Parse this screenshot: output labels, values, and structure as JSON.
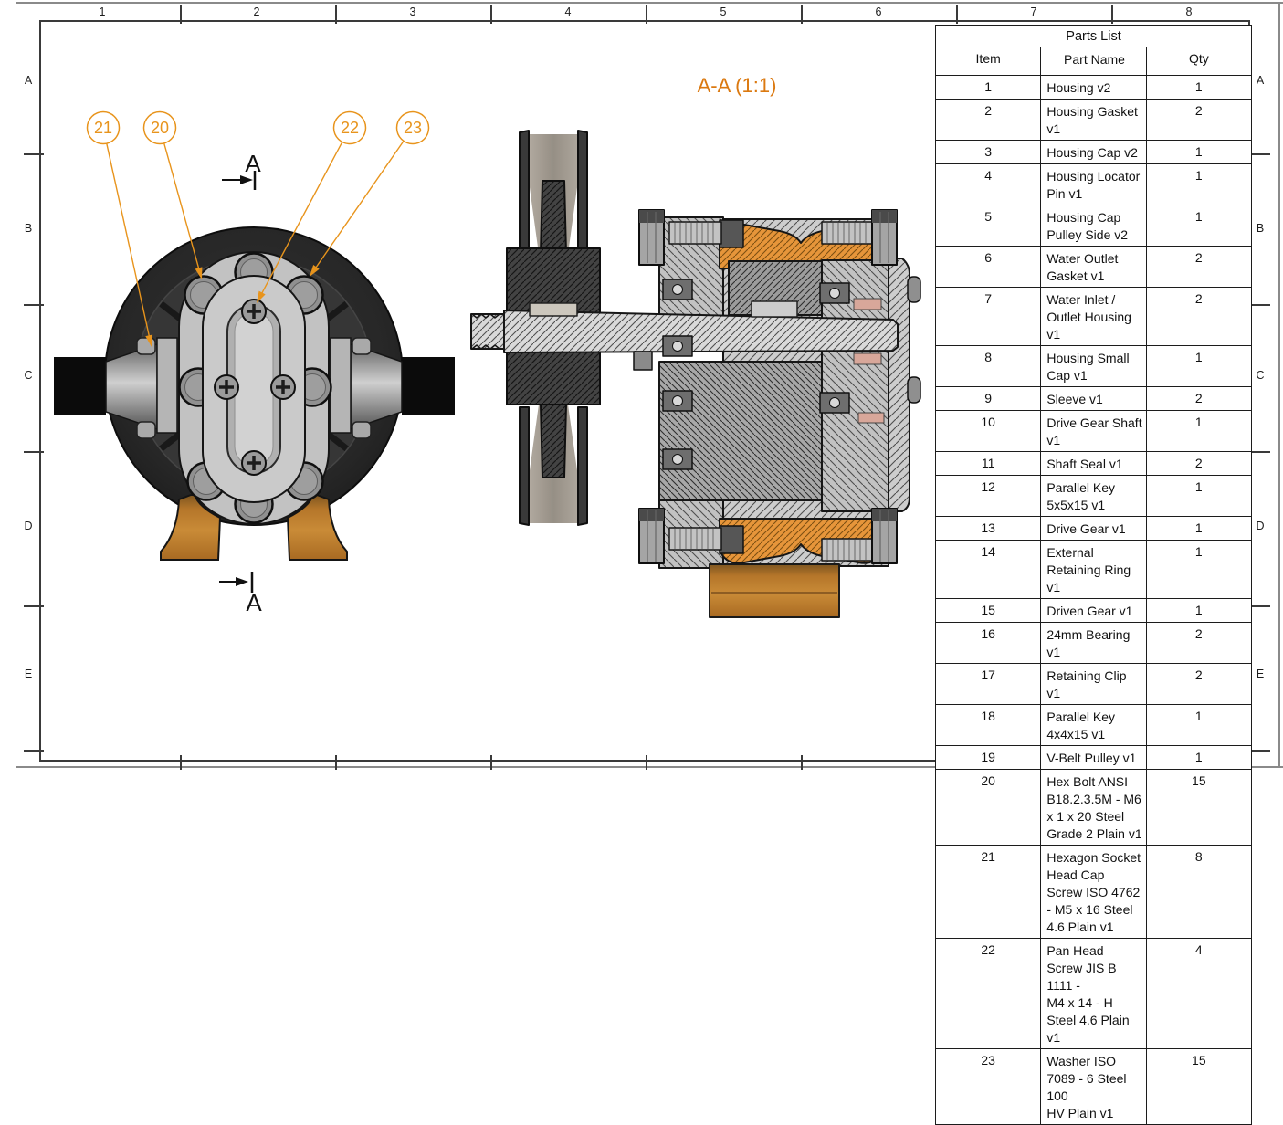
{
  "drawing": {
    "section_title": "A-A (1:1)",
    "section_label": "A",
    "balloons": [
      "21",
      "20",
      "22",
      "23"
    ],
    "zones": {
      "columns": [
        "1",
        "2",
        "3",
        "4",
        "5",
        "6",
        "7",
        "8"
      ],
      "rows": [
        "A",
        "B",
        "C",
        "D",
        "E"
      ]
    }
  },
  "parts_list": {
    "title": "Parts List",
    "columns": [
      "Item",
      "Part Name",
      "Qty"
    ],
    "rows": [
      {
        "item": "1",
        "name": "Housing v2",
        "qty": "1"
      },
      {
        "item": "2",
        "name": "Housing Gasket v1",
        "qty": "2"
      },
      {
        "item": "3",
        "name": "Housing Cap v2",
        "qty": "1"
      },
      {
        "item": "4",
        "name": "Housing Locator Pin v1",
        "qty": "1"
      },
      {
        "item": "5",
        "name": "Housing Cap Pulley Side v2",
        "qty": "1"
      },
      {
        "item": "6",
        "name": "Water Outlet Gasket v1",
        "qty": "2"
      },
      {
        "item": "7",
        "name": "Water Inlet / Outlet Housing v1",
        "qty": "2"
      },
      {
        "item": "8",
        "name": "Housing Small Cap v1",
        "qty": "1"
      },
      {
        "item": "9",
        "name": "Sleeve v1",
        "qty": "2"
      },
      {
        "item": "10",
        "name": "Drive Gear Shaft v1",
        "qty": "1"
      },
      {
        "item": "11",
        "name": "Shaft Seal v1",
        "qty": "2"
      },
      {
        "item": "12",
        "name": "Parallel Key 5x5x15 v1",
        "qty": "1"
      },
      {
        "item": "13",
        "name": "Drive Gear v1",
        "qty": "1"
      },
      {
        "item": "14",
        "name": "External Retaining Ring v1",
        "qty": "1"
      },
      {
        "item": "15",
        "name": "Driven Gear v1",
        "qty": "1"
      },
      {
        "item": "16",
        "name": "24mm Bearing v1",
        "qty": "2"
      },
      {
        "item": "17",
        "name": "Retaining Clip v1",
        "qty": "2"
      },
      {
        "item": "18",
        "name": "Parallel Key 4x4x15 v1",
        "qty": "1"
      },
      {
        "item": "19",
        "name": "V-Belt Pulley v1",
        "qty": "1"
      },
      {
        "item": "20",
        "name": "Hex Bolt ANSI B18.2.3.5M - M6\nx 1 x 20 Steel Grade 2 Plain v1",
        "qty": "15"
      },
      {
        "item": "21",
        "name": "Hexagon Socket Head Cap\nScrew ISO 4762 - M5 x 16 Steel\n4.6 Plain v1",
        "qty": "8"
      },
      {
        "item": "22",
        "name": "Pan Head Screw JIS B 1111 -\nM4 x 14 - H Steel 4.6 Plain v1",
        "qty": "4"
      },
      {
        "item": "23",
        "name": "Washer ISO 7089 - 6 Steel 100\nHV Plain v1",
        "qty": "15"
      }
    ]
  },
  "colors": {
    "accent_orange": "#E8941C",
    "title_orange": "#DB7910",
    "part_orange": "#E6953A",
    "foot_orange": "#BE7D2C",
    "housing_dark": "#282828",
    "border_gray": "#3A3A3A"
  }
}
